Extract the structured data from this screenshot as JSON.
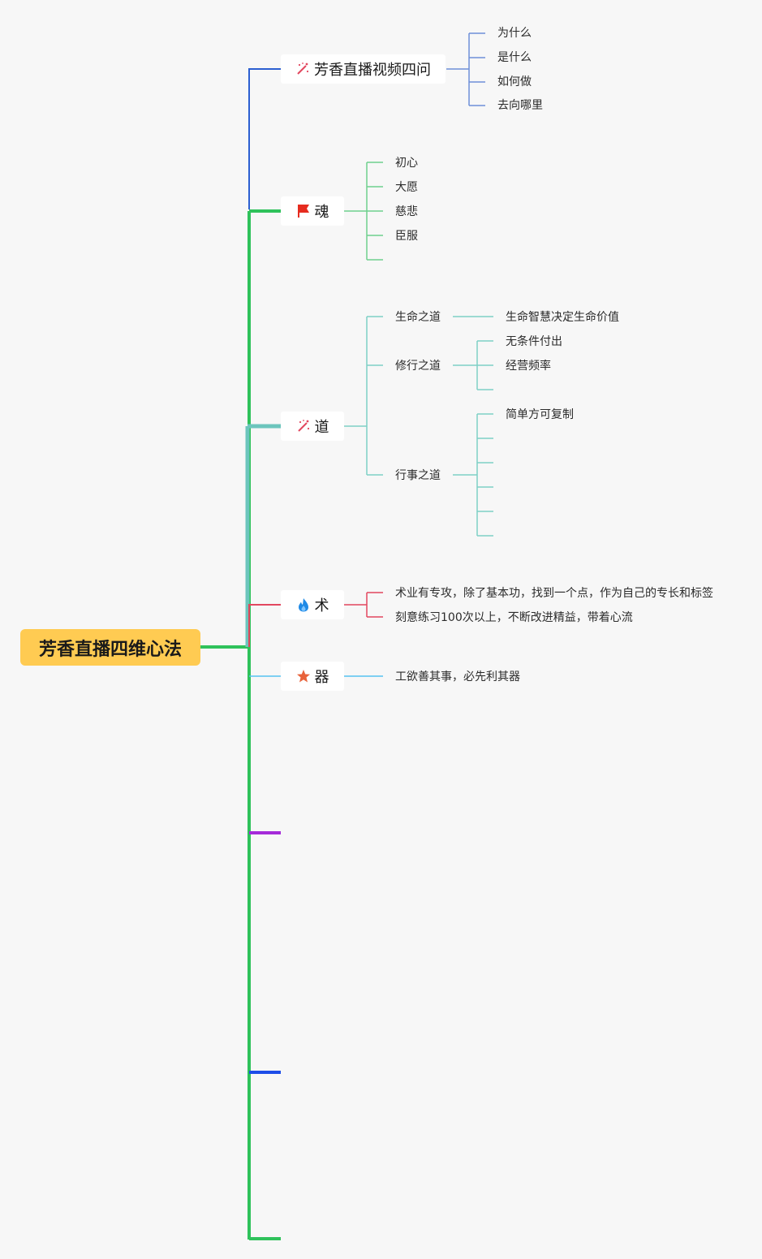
{
  "root": {
    "title": "芳香直播四维心法"
  },
  "branches": {
    "sigwen": {
      "label": "芳香直播视频四问",
      "icon": "magic-wand-icon",
      "color": "#2c5fd1",
      "children": [
        "为什么",
        "是什么",
        "如何做",
        "去向哪里"
      ]
    },
    "hun": {
      "label": "魂",
      "icon": "red-flag-icon",
      "color": "#2fc25b",
      "children": [
        "初心",
        "大愿",
        "慈悲",
        "臣服",
        ""
      ]
    },
    "dao": {
      "label": "道",
      "icon": "magic-wand-icon",
      "color": "#6cc5bd",
      "children": [
        {
          "label": "生命之道",
          "children": [
            "生命智慧决定生命价值"
          ]
        },
        {
          "label": "修行之道",
          "children": [
            "无条件付出",
            "经营频率",
            ""
          ]
        },
        {
          "label": "行事之道",
          "children": [
            "简单方可复制",
            "",
            "",
            "",
            "",
            ""
          ]
        }
      ]
    },
    "shu": {
      "label": "术",
      "icon": "flame-icon",
      "color": "#e2475f",
      "children": [
        "术业有专攻，除了基本功，找到一个点，作为自己的专长和标签",
        "刻意练习100次以上，不断改进精益，带着心流"
      ]
    },
    "qi": {
      "label": "器",
      "icon": "star-icon",
      "color": "#56c2f0",
      "children": [
        "工欲善其事，必先利其器"
      ]
    }
  },
  "empty_branch_colors": [
    "#a52bd9",
    "#1d4de8",
    "#2fc25b"
  ],
  "colors": {
    "background": "#f7f7f7",
    "root_fill": "#ffcb52",
    "trunk_green": "#2fc25b"
  }
}
